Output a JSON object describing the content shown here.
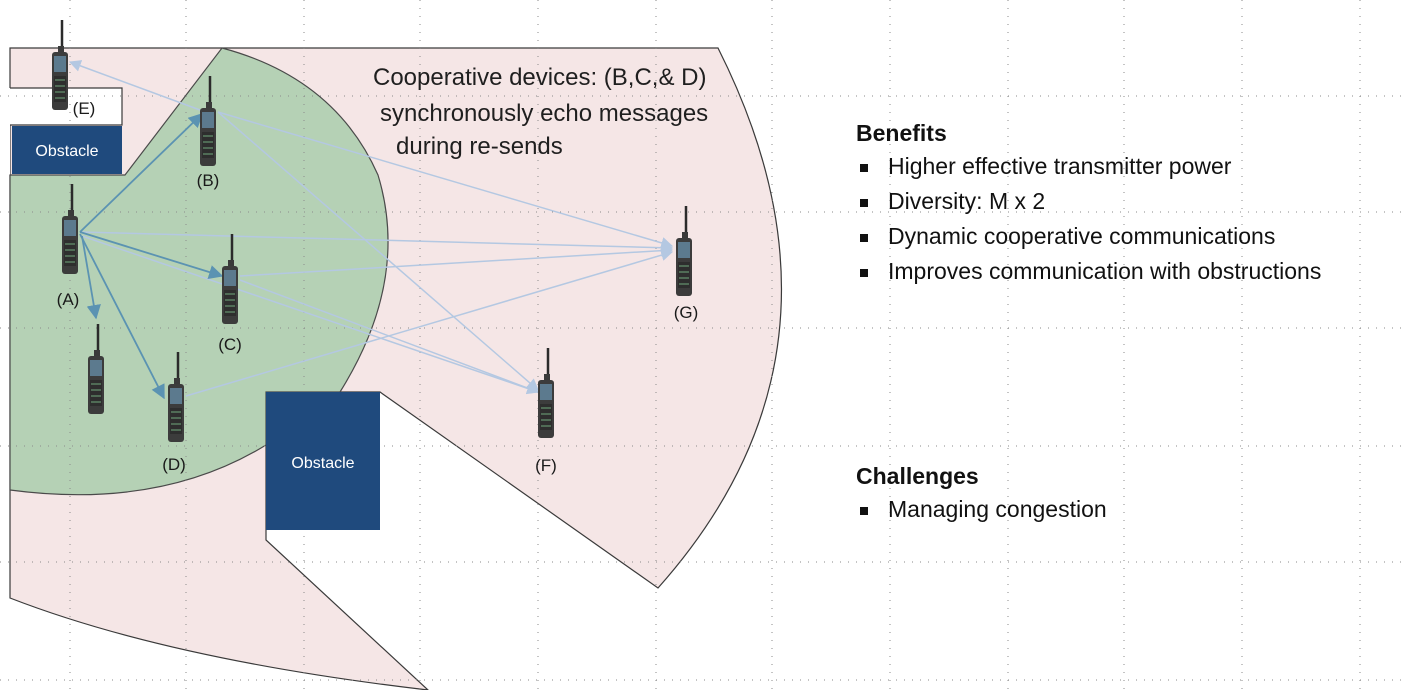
{
  "caption": {
    "line1": "Cooperative devices: (B,C,& D)",
    "line2": "synchronously echo messages",
    "line3": "during re-sends"
  },
  "obstacles": [
    {
      "label": "Obstacle"
    },
    {
      "label": "Obstacle"
    }
  ],
  "devices": [
    {
      "id": "A",
      "label": "(A)"
    },
    {
      "id": "B",
      "label": "(B)"
    },
    {
      "id": "C",
      "label": "(C)"
    },
    {
      "id": "D",
      "label": "(D)"
    },
    {
      "id": "E",
      "label": "(E)"
    },
    {
      "id": "F",
      "label": "(F)"
    },
    {
      "id": "G",
      "label": "(G)"
    }
  ],
  "benefits": {
    "title": "Benefits",
    "items": [
      "Higher effective transmitter power",
      "Diversity: M x 2",
      "Dynamic cooperative communications",
      "Improves communication with obstructions"
    ]
  },
  "challenges": {
    "title": "Challenges",
    "items": [
      "Managing congestion"
    ]
  },
  "colors": {
    "coverage_pink": "#f5e6e6",
    "coverage_green": "#b5d1b5",
    "obstacle_blue": "#1f4a7d",
    "arrow_solid": "#5b93b2",
    "arrow_faint": "#b4c8e2",
    "grid": "#8a8a8a"
  }
}
